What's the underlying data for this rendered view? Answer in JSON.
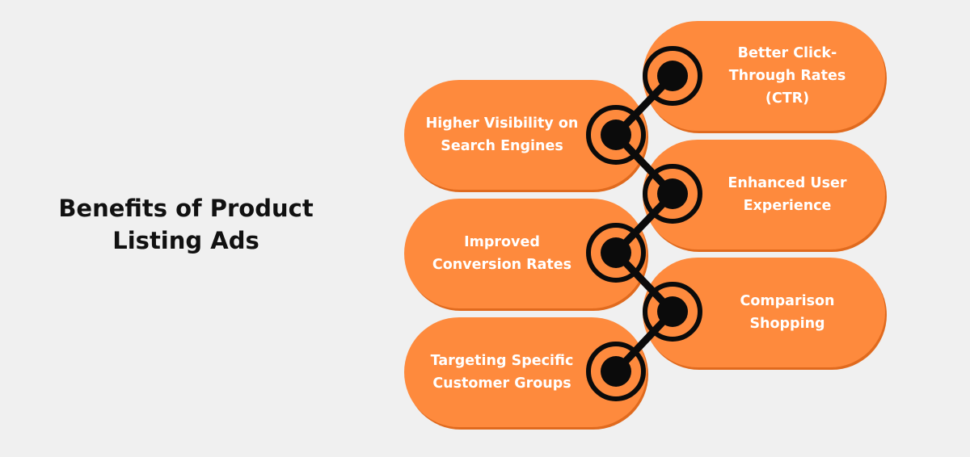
{
  "diagram": {
    "title": "Benefits of Product\nListing Ads",
    "benefits": [
      {
        "label": "Better Click-\nThrough Rates\n(CTR)",
        "side": "right"
      },
      {
        "label": "Higher Visibility on\nSearch Engines",
        "side": "left"
      },
      {
        "label": "Enhanced User\nExperience",
        "side": "right"
      },
      {
        "label": "Improved\nConversion Rates",
        "side": "left"
      },
      {
        "label": "Comparison\nShopping",
        "side": "right"
      },
      {
        "label": "Targeting Specific\nCustomer Groups",
        "side": "left"
      }
    ],
    "colors": {
      "pill": "#fe8a3d",
      "pill_shadow": "#e06a1e",
      "connector": "#0b0b0b",
      "text": "#ffffff",
      "title": "#111111",
      "background": "#f0f0f0"
    }
  }
}
